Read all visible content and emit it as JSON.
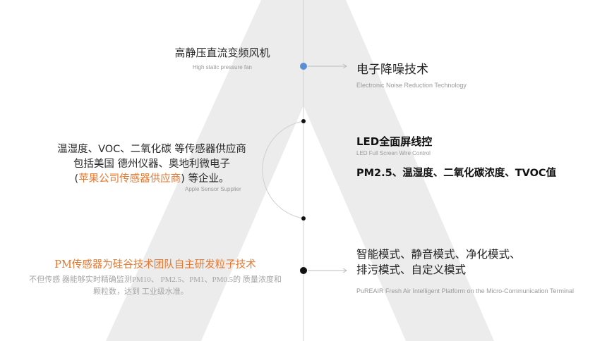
{
  "center_top": {
    "title": "高静压直流变频风机",
    "subtitle": "High static pressure fan"
  },
  "right_1": {
    "title": "电子降噪技术",
    "subtitle": "Electronic Noise Reduction Technology"
  },
  "left_2": {
    "line1": "温湿度、VOC、二氧化碳 等传感器供应商",
    "line2": "包括美国 德州仪器、奥地利微电子",
    "line3_open": "(",
    "line3_highlight": "苹果公司传感器供应商",
    "line3_close": ") 等企业。",
    "subtitle": "Apple Sensor Supplier"
  },
  "right_2": {
    "title": "LED全面屏线控",
    "subtitle": "LED Full Screen Wire Control",
    "feature": "PM2.5、温湿度、二氧化碳浓度、TVOC值"
  },
  "left_3": {
    "title": "PM传感器为硅谷技术团队自主研发粒子技术",
    "line1": "不但传感 器能够实时精确监测PM10、 PM2.5、PM1、PM0.5的 质量浓度和",
    "line2": "颗粒数，达到 工业级水准。"
  },
  "right_3": {
    "line1": "智能模式、静音模式、净化模式、",
    "line2": "排污模式、自定义模式",
    "subtitle": "PuREAIR Fresh Air Intelligent Platform on the Micro-Communication Terminal"
  },
  "colors": {
    "accent_blue": "#5b8fd4",
    "accent_orange": "#e8762c",
    "shape_gray": "#ececec"
  }
}
